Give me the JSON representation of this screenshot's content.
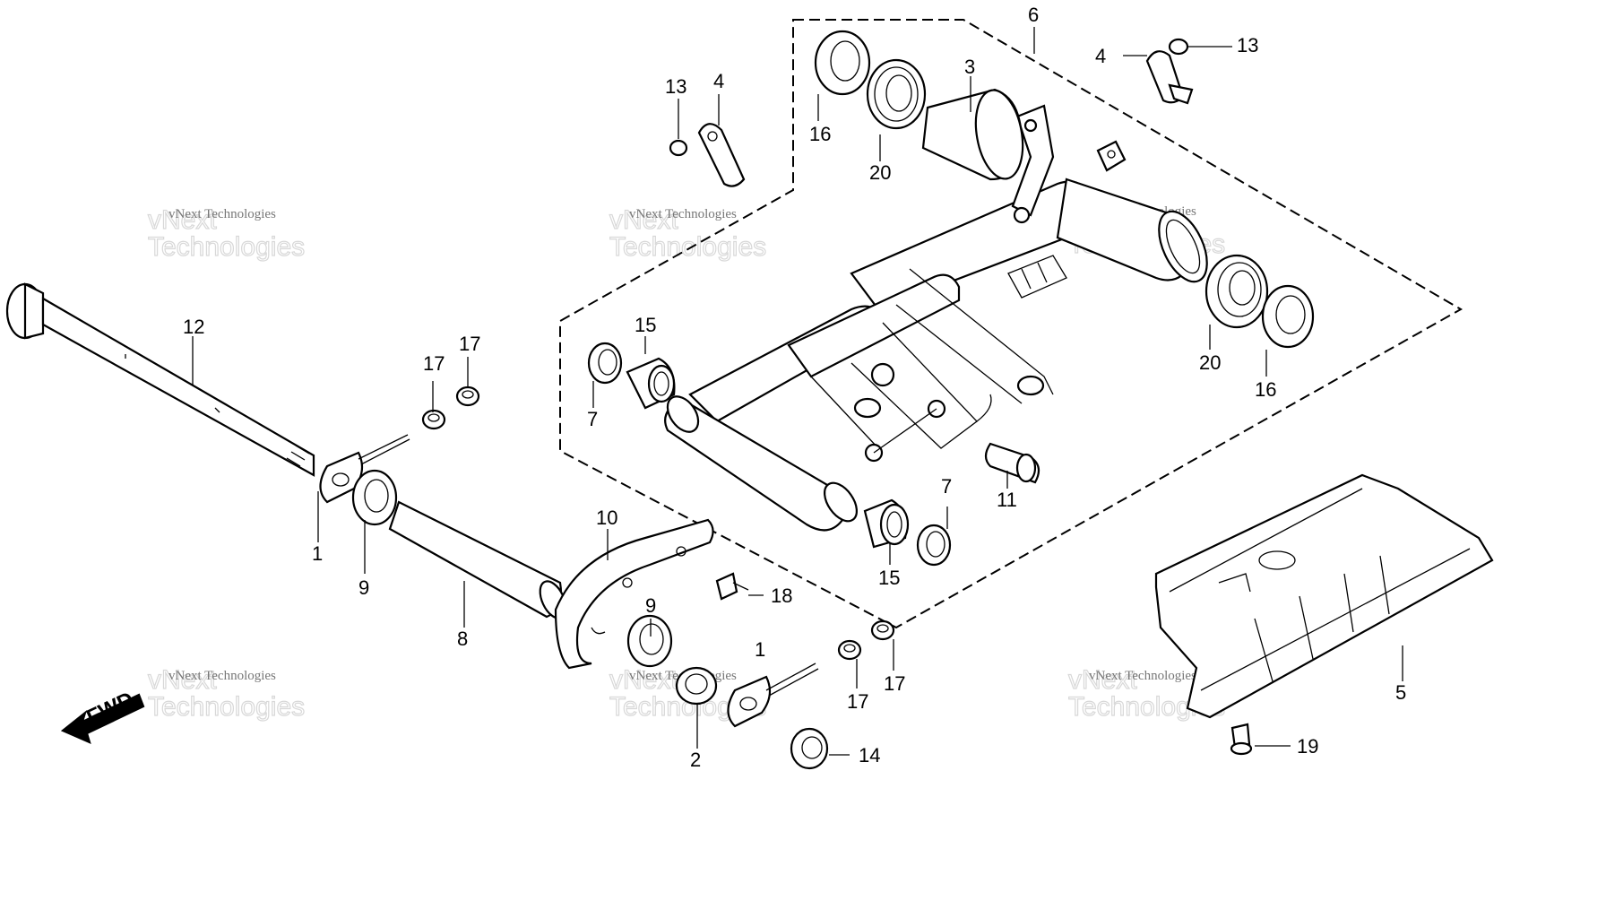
{
  "watermark": {
    "small": "vNext Technologies",
    "big_line1": "vNext",
    "big_line2": "Technologies"
  },
  "fwd_label": "FWD",
  "callouts": {
    "c1a": "1",
    "c1b": "1",
    "c2": "2",
    "c3": "3",
    "c4a": "4",
    "c4b": "4",
    "c5": "5",
    "c6": "6",
    "c7a": "7",
    "c7b": "7",
    "c8": "8",
    "c9a": "9",
    "c9b": "9",
    "c10": "10",
    "c11": "11",
    "c12": "12",
    "c13a": "13",
    "c13b": "13",
    "c14": "14",
    "c15a": "15",
    "c15b": "15",
    "c16a": "16",
    "c16b": "16",
    "c17a": "17",
    "c17b": "17",
    "c17c": "17",
    "c17d": "17",
    "c18": "18",
    "c19": "19",
    "c20a": "20",
    "c20b": "20"
  }
}
